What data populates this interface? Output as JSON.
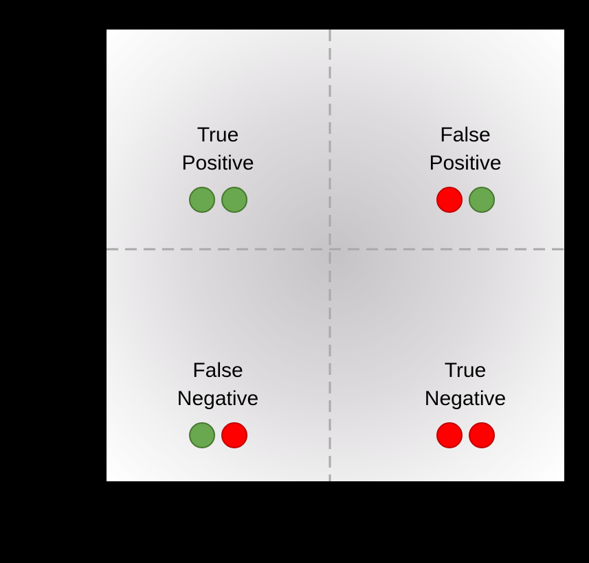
{
  "figure": {
    "kind": "confusion-matrix-quadrant-diagram",
    "background_color": "#000000",
    "plot_center_color": "#c5c3c5",
    "plot_edge_color": "#ffffff"
  },
  "divider": {
    "color": "#a9a9a9",
    "style": "dashed",
    "dash_pattern": "17 10",
    "stroke_width": 3
  },
  "dot_colors": {
    "green_fill": "#6aa84f",
    "green_stroke": "#45772e",
    "red_fill": "#fe0000",
    "red_stroke": "#c00000"
  },
  "quadrants": [
    {
      "name": "true-positive",
      "position": "top-left",
      "label_line1": "True",
      "label_line2": "Positive",
      "dots": [
        "green",
        "green"
      ]
    },
    {
      "name": "false-positive",
      "position": "top-right",
      "label_line1": "False",
      "label_line2": "Positive",
      "dots": [
        "red",
        "green"
      ]
    },
    {
      "name": "false-negative",
      "position": "bottom-left",
      "label_line1": "False",
      "label_line2": "Negative",
      "dots": [
        "green",
        "red"
      ]
    },
    {
      "name": "true-negative",
      "position": "bottom-right",
      "label_line1": "True",
      "label_line2": "Negative",
      "dots": [
        "red",
        "red"
      ]
    }
  ]
}
